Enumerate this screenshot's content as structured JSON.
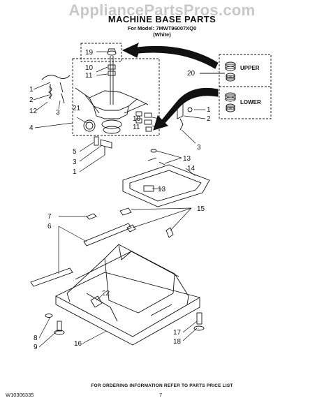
{
  "header": {
    "watermark": "AppliancePartsPros.com",
    "title": "MACHINE BASE PARTS",
    "model": "For Model: 7MWT96007XQ0",
    "color": "(White)"
  },
  "boxes": {
    "upper": "UPPER",
    "lower": "LOWER"
  },
  "callouts": [
    "19",
    "10",
    "11",
    "1",
    "2",
    "12",
    "3",
    "21",
    "4",
    "10",
    "11",
    "1",
    "2",
    "3",
    "5",
    "3",
    "1",
    "13",
    "14",
    "13",
    "7",
    "6",
    "15",
    "22",
    "8",
    "9",
    "16",
    "17",
    "18",
    "20"
  ],
  "footer": {
    "note": "FOR ORDERING INFORMATION REFER TO PARTS PRICE LIST",
    "doc_id": "W10306335",
    "page": "7"
  }
}
